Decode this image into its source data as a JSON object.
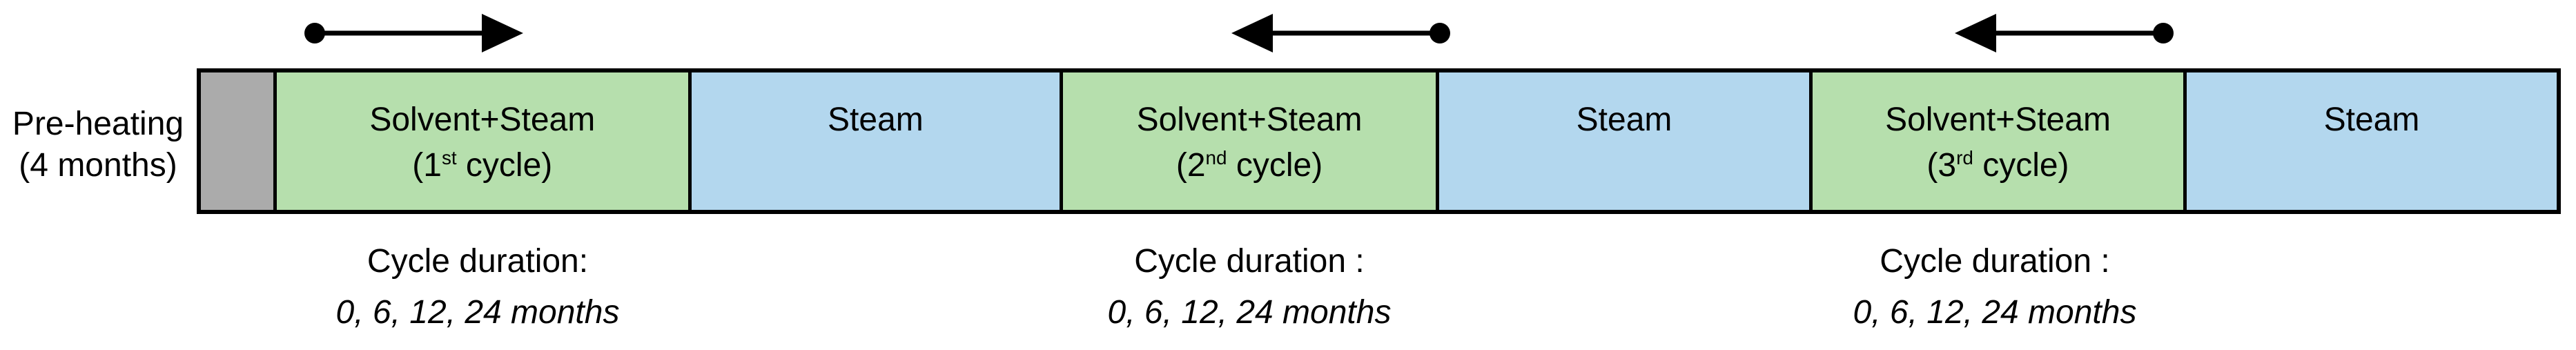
{
  "diagram": {
    "side_label": {
      "line1": "Pre-heating",
      "line2": "(4 months)"
    },
    "bar": {
      "segments": [
        {
          "id": "preheat",
          "label": "",
          "color": "#ababab",
          "width_pct": 3.07
        },
        {
          "id": "solvent-steam-1",
          "line1": "Solvent+Steam",
          "cycle": {
            "pre": "(1",
            "sup": "st",
            "post": " cycle)"
          },
          "color": "#b6dfad",
          "width_pct": 17.61
        },
        {
          "id": "steam-1",
          "label": "Steam",
          "color": "#b3d7ee",
          "width_pct": 15.77
        },
        {
          "id": "solvent-steam-2",
          "line1": "Solvent+Steam",
          "cycle": {
            "pre": "(2",
            "sup": "nd",
            "post": " cycle)"
          },
          "color": "#b6dfad",
          "width_pct": 15.97
        },
        {
          "id": "steam-2",
          "label": "Steam",
          "color": "#b3d7ee",
          "width_pct": 15.85
        },
        {
          "id": "solvent-steam-3",
          "line1": "Solvent+Steam",
          "cycle": {
            "pre": "(3",
            "sup": "rd",
            "post": " cycle)"
          },
          "color": "#b6dfad",
          "width_pct": 15.88
        },
        {
          "id": "steam-3",
          "label": "Steam",
          "color": "#b3d7ee",
          "width_pct": 15.85
        }
      ]
    },
    "arrows": [
      {
        "name": "cycle-1-direction-arrow",
        "direction": "right"
      },
      {
        "name": "cycle-2-direction-arrow",
        "direction": "left"
      },
      {
        "name": "cycle-3-direction-arrow",
        "direction": "left"
      }
    ],
    "captions": [
      {
        "line1": "Cycle duration:",
        "line2": "0, 6, 12, 24 months"
      },
      {
        "line1": "Cycle duration :",
        "line2": "0, 6, 12, 24 months"
      },
      {
        "line1": "Cycle duration :",
        "line2": "0, 6, 12, 24 months"
      }
    ],
    "colors": {
      "preheat_gray": "#ababab",
      "solvent_steam_green": "#b6dfad",
      "steam_blue": "#b3d7ee",
      "outline_black": "#000000"
    }
  }
}
